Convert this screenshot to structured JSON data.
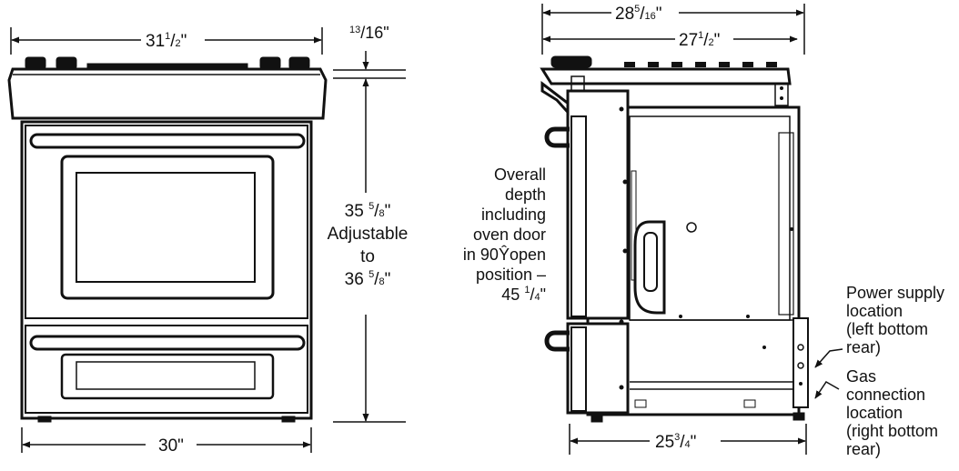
{
  "front_view": {
    "width_top": {
      "whole": "31",
      "num": "1",
      "den": "2"
    },
    "cooktop_thickness": {
      "num": "13",
      "den": "16"
    },
    "height_min": {
      "whole": "35",
      "num": "5",
      "den": "8"
    },
    "adjustable_text": "Adjustable",
    "to_text": "to",
    "height_max": {
      "whole": "36",
      "num": "5",
      "den": "8"
    },
    "width_base": "30\""
  },
  "side_view": {
    "overall_depth_top": {
      "whole": "28",
      "num": "5",
      "den": "16"
    },
    "cabinet_depth": {
      "whole": "27",
      "num": "1",
      "den": "2"
    },
    "overall_depth_note_lines": [
      "Overall",
      "depth",
      "including",
      "oven door",
      "in 90Ŷopen",
      "position –"
    ],
    "overall_depth_value": {
      "whole": "45",
      "num": "1",
      "den": "4"
    },
    "base_depth": {
      "whole": "25",
      "num": "3",
      "den": "4"
    },
    "power_supply_lines": [
      "Power supply",
      "location",
      "(left bottom",
      "rear)"
    ],
    "gas_connection_lines": [
      "Gas",
      "connection",
      "location",
      "(right bottom",
      "rear)"
    ]
  }
}
